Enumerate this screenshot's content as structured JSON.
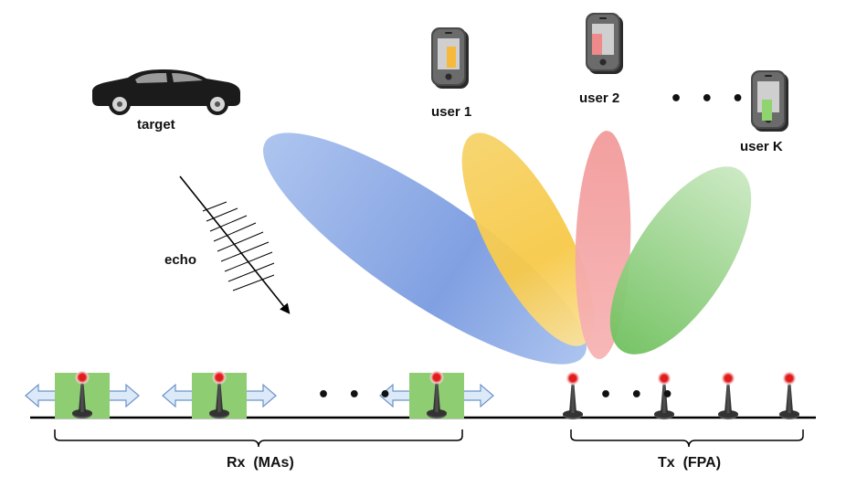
{
  "labels": {
    "target": "target",
    "echo": "echo",
    "user1": "user 1",
    "user2": "user 2",
    "userK": "user K",
    "rx": "Rx  (MAs)",
    "tx": "Tx  (FPA)",
    "ellipsis": "• • •"
  },
  "icons": {
    "vehicle": "car-icon",
    "phone": "smartphone-icon",
    "antenna": "antenna-icon",
    "move": "double-arrow-icon"
  },
  "colors": {
    "beam_target": "#7a9be0",
    "beam_user1": "#f7c948",
    "beam_user2": "#f07a7a",
    "beam_userK": "#6dbd5e",
    "movable_panel": "#8fcd73",
    "arrow_fill": "#dce9f8",
    "arrow_stroke": "#6b93c7",
    "antenna_tip": "#e01c1c",
    "phone_screen_user1": "#f6b93b",
    "phone_screen_user2": "#ef8a8a",
    "phone_screen_userK": "#8fd46f"
  }
}
